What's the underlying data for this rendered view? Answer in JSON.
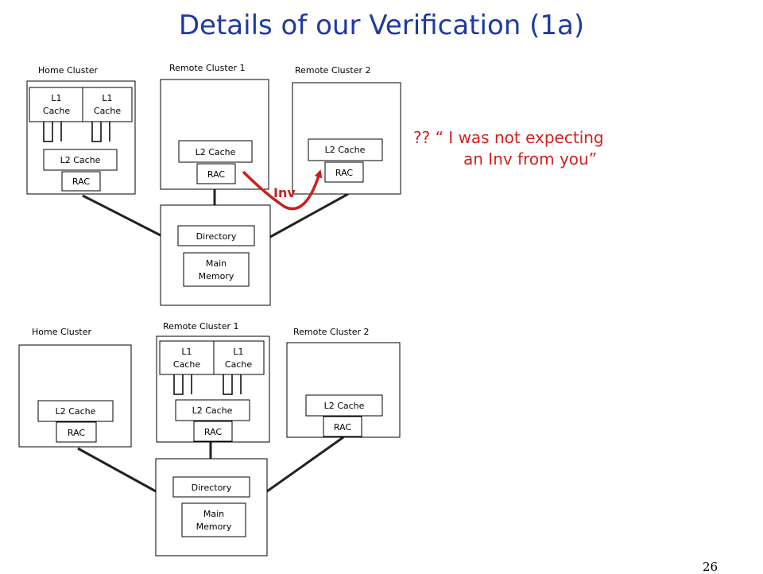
{
  "title": "Details of our Verification (1a)",
  "labels": {
    "home": "Home Cluster",
    "remote1": "Remote Cluster 1",
    "remote2": "Remote Cluster 2",
    "l1_line1": "L1",
    "l1_line2": "Cache",
    "l2": "L2 Cache",
    "rac": "RAC",
    "directory": "Directory",
    "mem_line1": "Main",
    "mem_line2": "Memory",
    "inv": "Inv"
  },
  "annotation": {
    "line1": "?? “ I was not expecting",
    "line2": "an Inv from you”"
  },
  "page_number": "26",
  "colors": {
    "title": "#1f3aa0",
    "annotation": "#d42020",
    "arrow": "#c82020"
  }
}
